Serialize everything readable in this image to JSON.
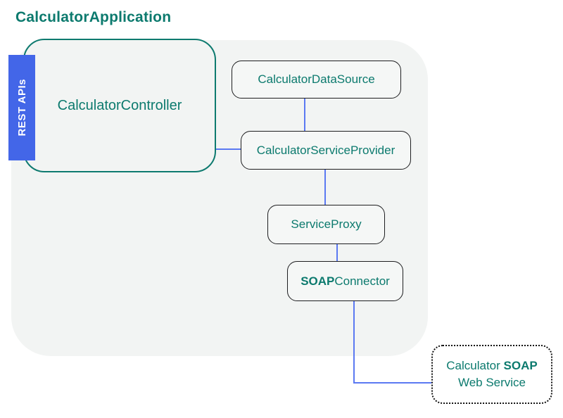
{
  "title": "CalculatorApplication",
  "colors": {
    "teal_text": "#0c7a6e",
    "teal_border": "#0e7a6f",
    "rest_band_blue": "#4366e8",
    "connector_blue": "#5b79f2",
    "container_background": "#f2f4f3",
    "node_background": "#f5f7f6",
    "node_border": "#1e1e20"
  },
  "rest_band": {
    "label": "REST APIs"
  },
  "nodes": {
    "controller": {
      "label": "CalculatorController"
    },
    "data_source": {
      "label": "CalculatorDataSource"
    },
    "service_provider": {
      "label": "CalculatorServiceProvider"
    },
    "service_proxy": {
      "label": "ServiceProxy"
    },
    "soap_connector": {
      "bold_part": "SOAP",
      "regular_part": "Connector"
    },
    "soap_web_service": {
      "line1_regular": "Calculator ",
      "line1_bold": "SOAP",
      "line2": "Web Service"
    }
  },
  "connectors": [
    "data-source-to-service-provider",
    "controller-to-service-provider",
    "service-provider-to-service-proxy",
    "service-proxy-to-soap-connector",
    "soap-connector-to-web-service-vertical",
    "soap-connector-to-web-service-horizontal"
  ]
}
